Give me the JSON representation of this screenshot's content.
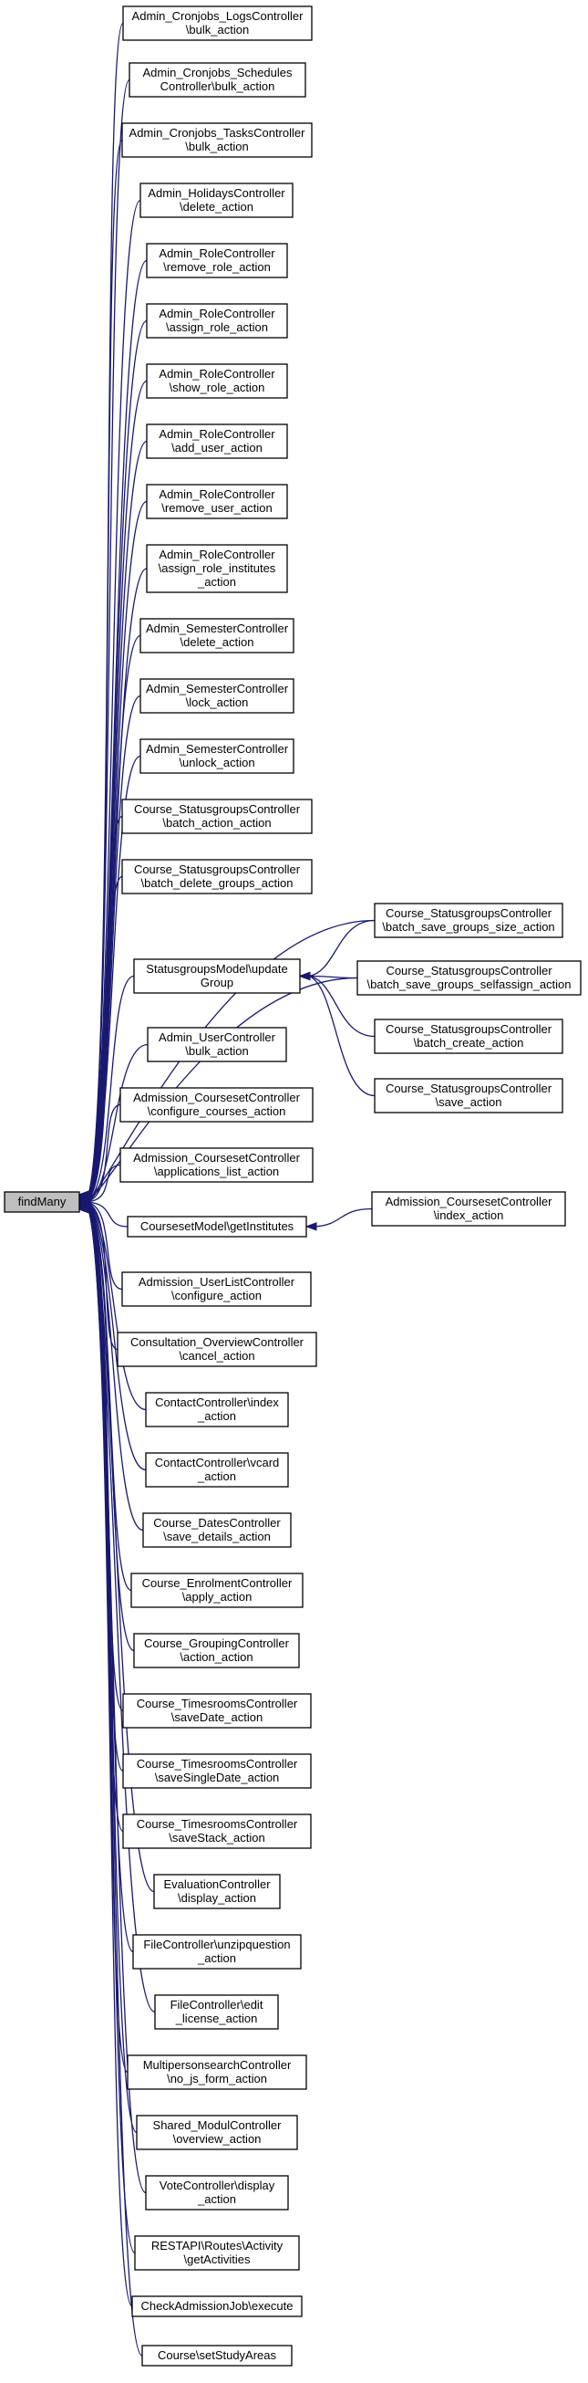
{
  "graph": {
    "root": "findMany",
    "colors": {
      "edge": "#191970",
      "root_fill": "#bfbfbf",
      "node_fill": "#ffffff",
      "border": "#000000"
    },
    "nodes": [
      {
        "id": "findMany",
        "lines": [
          "findMany"
        ]
      },
      {
        "id": "n1",
        "lines": [
          "Admin_Cronjobs_LogsController",
          "\\bulk_action"
        ]
      },
      {
        "id": "n2",
        "lines": [
          "Admin_Cronjobs_Schedules",
          "Controller\\bulk_action"
        ]
      },
      {
        "id": "n3",
        "lines": [
          "Admin_Cronjobs_TasksController",
          "\\bulk_action"
        ]
      },
      {
        "id": "n4",
        "lines": [
          "Admin_HolidaysController",
          "\\delete_action"
        ]
      },
      {
        "id": "n5",
        "lines": [
          "Admin_RoleController",
          "\\remove_role_action"
        ]
      },
      {
        "id": "n6",
        "lines": [
          "Admin_RoleController",
          "\\assign_role_action"
        ]
      },
      {
        "id": "n7",
        "lines": [
          "Admin_RoleController",
          "\\show_role_action"
        ]
      },
      {
        "id": "n8",
        "lines": [
          "Admin_RoleController",
          "\\add_user_action"
        ]
      },
      {
        "id": "n9",
        "lines": [
          "Admin_RoleController",
          "\\remove_user_action"
        ]
      },
      {
        "id": "n10",
        "lines": [
          "Admin_RoleController",
          "\\assign_role_institutes",
          "_action"
        ]
      },
      {
        "id": "n11",
        "lines": [
          "Admin_SemesterController",
          "\\delete_action"
        ]
      },
      {
        "id": "n12",
        "lines": [
          "Admin_SemesterController",
          "\\lock_action"
        ]
      },
      {
        "id": "n13",
        "lines": [
          "Admin_SemesterController",
          "\\unlock_action"
        ]
      },
      {
        "id": "n14",
        "lines": [
          "Course_StatusgroupsController",
          "\\batch_action_action"
        ]
      },
      {
        "id": "n15",
        "lines": [
          "Course_StatusgroupsController",
          "\\batch_delete_groups_action"
        ]
      },
      {
        "id": "n16",
        "lines": [
          "StatusgroupsModel\\update",
          "Group"
        ]
      },
      {
        "id": "n17",
        "lines": [
          "Admin_UserController",
          "\\bulk_action"
        ]
      },
      {
        "id": "n18",
        "lines": [
          "Admission_CoursesetController",
          "\\configure_courses_action"
        ]
      },
      {
        "id": "n19",
        "lines": [
          "Admission_CoursesetController",
          "\\applications_list_action"
        ]
      },
      {
        "id": "n20",
        "lines": [
          "CoursesetModel\\getInstitutes"
        ]
      },
      {
        "id": "n21",
        "lines": [
          "Admission_UserListController",
          "\\configure_action"
        ]
      },
      {
        "id": "n22",
        "lines": [
          "Consultation_OverviewController",
          "\\cancel_action"
        ]
      },
      {
        "id": "n23",
        "lines": [
          "ContactController\\index",
          "_action"
        ]
      },
      {
        "id": "n24",
        "lines": [
          "ContactController\\vcard",
          "_action"
        ]
      },
      {
        "id": "n25",
        "lines": [
          "Course_DatesController",
          "\\save_details_action"
        ]
      },
      {
        "id": "n26",
        "lines": [
          "Course_EnrolmentController",
          "\\apply_action"
        ]
      },
      {
        "id": "n27",
        "lines": [
          "Course_GroupingController",
          "\\action_action"
        ]
      },
      {
        "id": "n28",
        "lines": [
          "Course_TimesroomsController",
          "\\saveDate_action"
        ]
      },
      {
        "id": "n29",
        "lines": [
          "Course_TimesroomsController",
          "\\saveSingleDate_action"
        ]
      },
      {
        "id": "n30",
        "lines": [
          "Course_TimesroomsController",
          "\\saveStack_action"
        ]
      },
      {
        "id": "n31",
        "lines": [
          "EvaluationController",
          "\\display_action"
        ]
      },
      {
        "id": "n32",
        "lines": [
          "FileController\\unzipquestion",
          "_action"
        ]
      },
      {
        "id": "n33",
        "lines": [
          "FileController\\edit",
          "_license_action"
        ]
      },
      {
        "id": "n34",
        "lines": [
          "MultipersonsearchController",
          "\\no_js_form_action"
        ]
      },
      {
        "id": "n35",
        "lines": [
          "Shared_ModulController",
          "\\overview_action"
        ]
      },
      {
        "id": "n36",
        "lines": [
          "VoteController\\display",
          "_action"
        ]
      },
      {
        "id": "n37",
        "lines": [
          "RESTAPI\\Routes\\Activity",
          "\\getActivities"
        ]
      },
      {
        "id": "n38",
        "lines": [
          "CheckAdmissionJob\\execute"
        ]
      },
      {
        "id": "n39",
        "lines": [
          "Course\\setStudyAreas"
        ]
      },
      {
        "id": "r1",
        "lines": [
          "Course_StatusgroupsController",
          "\\batch_save_groups_size_action"
        ]
      },
      {
        "id": "r2",
        "lines": [
          "Course_StatusgroupsController",
          "\\batch_save_groups_selfassign_action"
        ]
      },
      {
        "id": "r3",
        "lines": [
          "Course_StatusgroupsController",
          "\\batch_create_action"
        ]
      },
      {
        "id": "r4",
        "lines": [
          "Course_StatusgroupsController",
          "\\save_action"
        ]
      },
      {
        "id": "r5",
        "lines": [
          "Admission_CoursesetController",
          "\\index_action"
        ]
      }
    ],
    "edges": [
      [
        "n1",
        "findMany"
      ],
      [
        "n2",
        "findMany"
      ],
      [
        "n3",
        "findMany"
      ],
      [
        "n4",
        "findMany"
      ],
      [
        "n5",
        "findMany"
      ],
      [
        "n6",
        "findMany"
      ],
      [
        "n7",
        "findMany"
      ],
      [
        "n8",
        "findMany"
      ],
      [
        "n9",
        "findMany"
      ],
      [
        "n10",
        "findMany"
      ],
      [
        "n11",
        "findMany"
      ],
      [
        "n12",
        "findMany"
      ],
      [
        "n13",
        "findMany"
      ],
      [
        "n14",
        "findMany"
      ],
      [
        "n15",
        "findMany"
      ],
      [
        "r1",
        "findMany"
      ],
      [
        "r2",
        "findMany"
      ],
      [
        "n16",
        "findMany"
      ],
      [
        "n17",
        "findMany"
      ],
      [
        "n18",
        "findMany"
      ],
      [
        "n19",
        "findMany"
      ],
      [
        "n20",
        "findMany"
      ],
      [
        "n21",
        "findMany"
      ],
      [
        "n22",
        "findMany"
      ],
      [
        "n23",
        "findMany"
      ],
      [
        "n24",
        "findMany"
      ],
      [
        "n25",
        "findMany"
      ],
      [
        "n26",
        "findMany"
      ],
      [
        "n27",
        "findMany"
      ],
      [
        "n28",
        "findMany"
      ],
      [
        "n29",
        "findMany"
      ],
      [
        "n30",
        "findMany"
      ],
      [
        "n31",
        "findMany"
      ],
      [
        "n32",
        "findMany"
      ],
      [
        "n33",
        "findMany"
      ],
      [
        "n34",
        "findMany"
      ],
      [
        "n35",
        "findMany"
      ],
      [
        "n36",
        "findMany"
      ],
      [
        "n37",
        "findMany"
      ],
      [
        "n38",
        "findMany"
      ],
      [
        "n39",
        "findMany"
      ],
      [
        "r1",
        "n16"
      ],
      [
        "r2",
        "n16"
      ],
      [
        "r3",
        "n16"
      ],
      [
        "r4",
        "n16"
      ],
      [
        "r5",
        "n20"
      ]
    ]
  }
}
